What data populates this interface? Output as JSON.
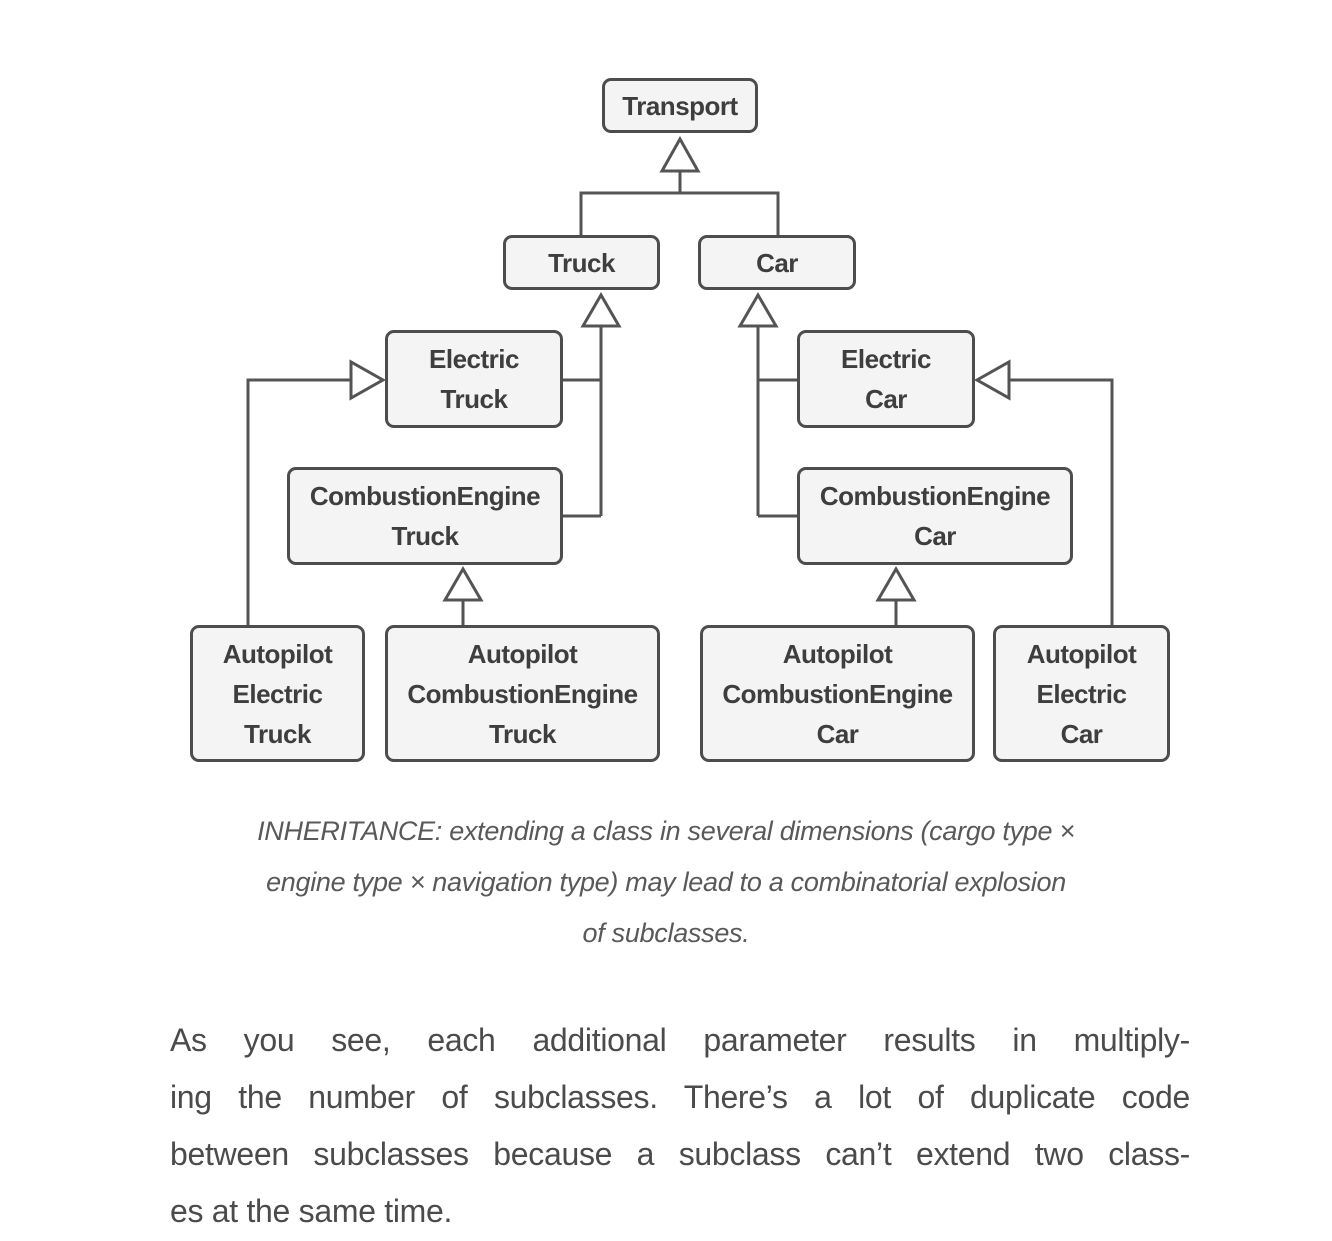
{
  "diagram": {
    "type": "uml-class-inheritance",
    "nodes": {
      "transport": "Transport",
      "truck": "Truck",
      "car": "Car",
      "electricTruck": "Electric\nTruck",
      "combustionEngineTruck": "CombustionEngine\nTruck",
      "electricCar": "Electric\nCar",
      "combustionEngineCar": "CombustionEngine\nCar",
      "autopilotElectricTruck": "Autopilot\nElectric\nTruck",
      "autopilotCombustionEngineTruck": "Autopilot\nCombustionEngine\nTruck",
      "autopilotCombustionEngineCar": "Autopilot\nCombustionEngine\nCar",
      "autopilotElectricCar": "Autopilot\nElectric\nCar"
    },
    "edges": [
      {
        "from": "Truck",
        "to": "Transport",
        "type": "inheritance"
      },
      {
        "from": "Car",
        "to": "Transport",
        "type": "inheritance"
      },
      {
        "from": "ElectricTruck",
        "to": "Truck",
        "type": "inheritance"
      },
      {
        "from": "CombustionEngineTruck",
        "to": "Truck",
        "type": "inheritance"
      },
      {
        "from": "ElectricCar",
        "to": "Car",
        "type": "inheritance"
      },
      {
        "from": "CombustionEngineCar",
        "to": "Car",
        "type": "inheritance"
      },
      {
        "from": "AutopilotElectricTruck",
        "to": "ElectricTruck",
        "type": "inheritance"
      },
      {
        "from": "AutopilotCombustionEngineTruck",
        "to": "CombustionEngineTruck",
        "type": "inheritance"
      },
      {
        "from": "AutopilotCombustionEngineCar",
        "to": "CombustionEngineCar",
        "type": "inheritance"
      },
      {
        "from": "AutopilotElectricCar",
        "to": "ElectricCar",
        "type": "inheritance"
      }
    ],
    "colors": {
      "box_fill": "#f4f4f4",
      "box_border": "#4d4d4d",
      "connector": "#545454",
      "label_text": "#3e3e3e"
    }
  },
  "caption": {
    "lines": [
      "INHERITANCE: extending a class in several dimensions (cargo type ×",
      "engine type × navigation type) may lead to a combinatorial explosion",
      "of subclasses."
    ]
  },
  "body": {
    "lines": [
      "As you see, each additional parameter results in multiply-",
      "ing the number of subclasses. There’s a lot of duplicate code",
      "between subclasses because a subclass can’t extend two class-",
      "es at the same time."
    ]
  }
}
